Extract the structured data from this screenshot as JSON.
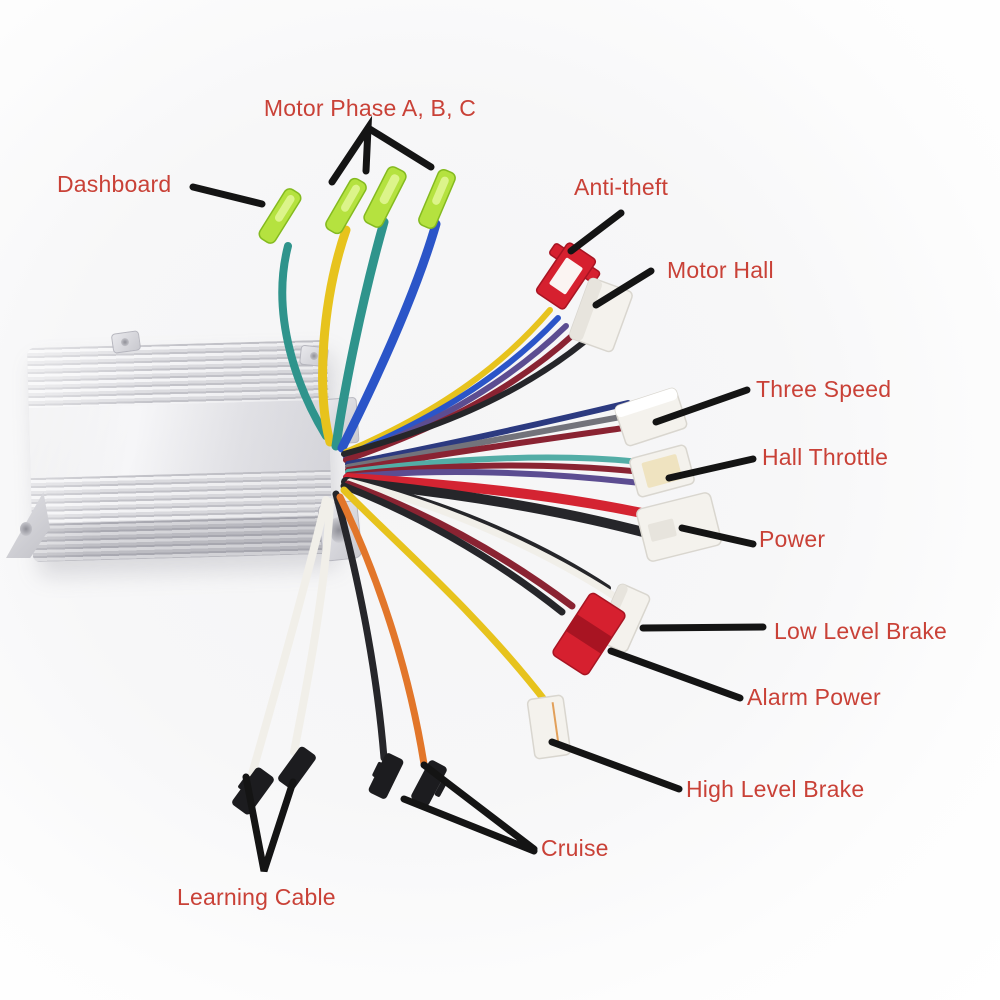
{
  "labels": {
    "motor_phase": "Motor Phase A, B, C",
    "dashboard": "Dashboard",
    "anti_theft": "Anti-theft",
    "motor_hall": "Motor Hall",
    "three_speed": "Three Speed",
    "hall_throttle": "Hall Throttle",
    "power": "Power",
    "low_level_brake": "Low Level Brake",
    "alarm_power": "Alarm Power",
    "high_level_brake": "High Level Brake",
    "cruise": "Cruise",
    "learning_cable": "Learning Cable"
  },
  "colors": {
    "label_text": "#c94137",
    "pointer": "#141414",
    "wire_teal": "#2f948c",
    "wire_yellow": "#e7c31d",
    "wire_blue": "#2b55c8",
    "wire_maroon": "#8a2332",
    "wire_red": "#d42432",
    "wire_navy": "#2c3a80",
    "wire_black": "#26262a",
    "wire_cyan": "#53ada6",
    "wire_gray": "#73737b",
    "wire_white": "#f1efe9",
    "wire_orange": "#e2762a",
    "wire_purple": "#5c4d91",
    "connector_green": "#b5e23f",
    "connector_green_light": "#dcf48a",
    "connector_green_dark": "#84ba1f",
    "connector_red": "#d6202f",
    "connector_red_dark": "#a81422",
    "connector_white": "#f4f2ed",
    "connector_white_shadow": "#d9d6cf",
    "connector_cream": "#efe3c0",
    "connector_black": "#1c1c1f",
    "connector_window": "#fbf4f2"
  }
}
